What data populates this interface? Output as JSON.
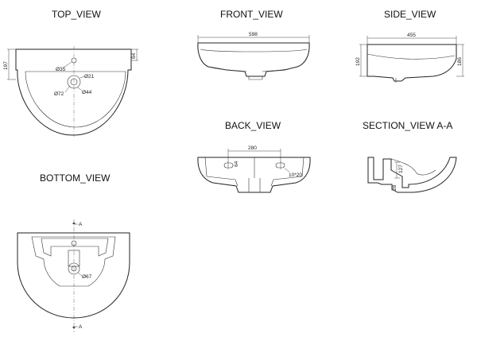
{
  "views": {
    "top": "TOP_VIEW",
    "front": "FRONT_VIEW",
    "side": "SIDE_VIEW",
    "back": "BACK_VIEW",
    "section": "SECTION_VIEW  A-A",
    "bottom": "BOTTOM_VIEW"
  },
  "dims": {
    "top_depth": "197",
    "top_rim": "64",
    "top_tap_hole": "Ø35",
    "top_drain_inner": "Ø21",
    "top_drain_outer": "Ø72",
    "top_drain_mid": "Ø44",
    "front_width": "598",
    "side_depth": "455",
    "side_height_left": "192",
    "side_height_right": "186",
    "back_spacing": "280",
    "back_hole_height": "64",
    "back_hole_size": "10*20",
    "section_dim_a": "127",
    "section_dim_b": "28",
    "bottom_section_mark": "A",
    "bottom_drain": "Ø67"
  }
}
